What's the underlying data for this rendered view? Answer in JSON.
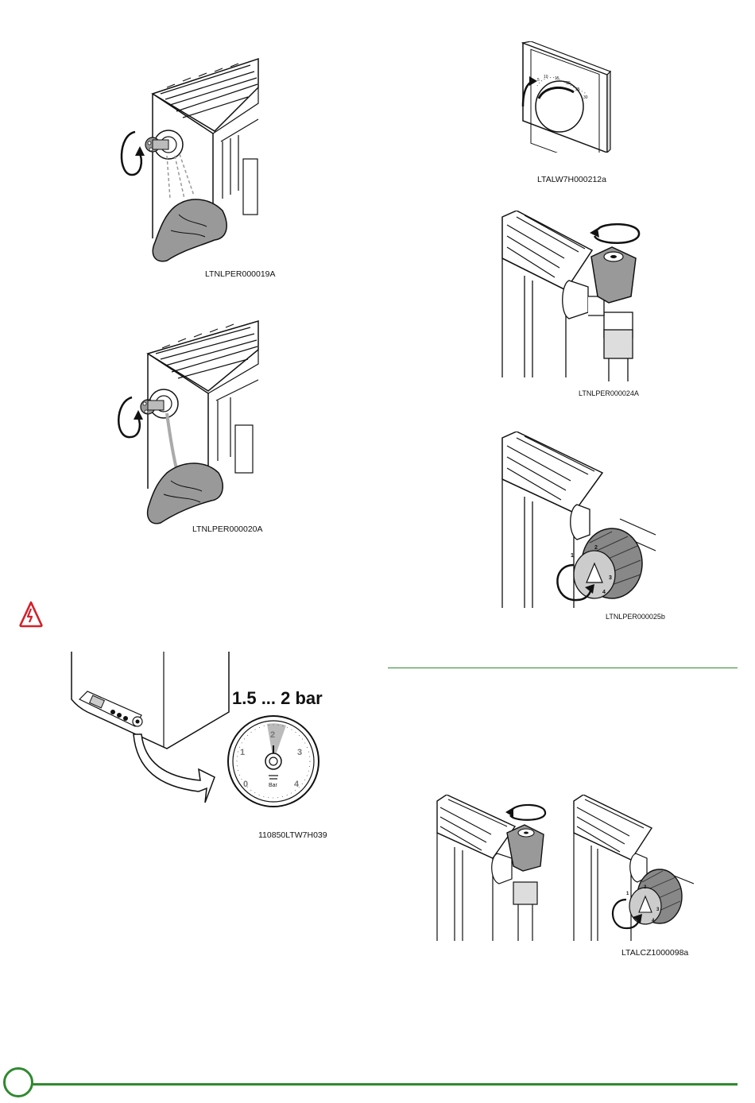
{
  "figures": {
    "bleed_valve_drip": {
      "caption": "LTNLPER000019A"
    },
    "bleed_valve_stream": {
      "caption": "LTNLPER000020A"
    },
    "room_thermostat": {
      "caption": "LTALW7H000212a",
      "dial_marks": [
        "5",
        "10",
        "15",
        "20",
        "25",
        "30"
      ]
    },
    "manual_valve": {
      "caption": "LTNLPER000024A"
    },
    "thermostatic_valve": {
      "caption": "LTNLPER000025b",
      "dial_marks": [
        "1",
        "2",
        "3",
        "4"
      ]
    },
    "boiler_pressure": {
      "caption": "110850LTW7H039",
      "pressure_range": "1.5 ... 2 bar",
      "gauge_ticks": [
        "0",
        "1",
        "2",
        "3",
        "4"
      ],
      "gauge_unit": "Bar"
    },
    "both_valves": {
      "caption": "LTALCZ1000098a",
      "dial_marks": [
        "1",
        "2",
        "3",
        "4"
      ]
    }
  },
  "icons": {
    "warning": "warning-triangle-icon"
  },
  "colors": {
    "accent_green": "#2f8a2f",
    "warning_red": "#d4202a"
  }
}
